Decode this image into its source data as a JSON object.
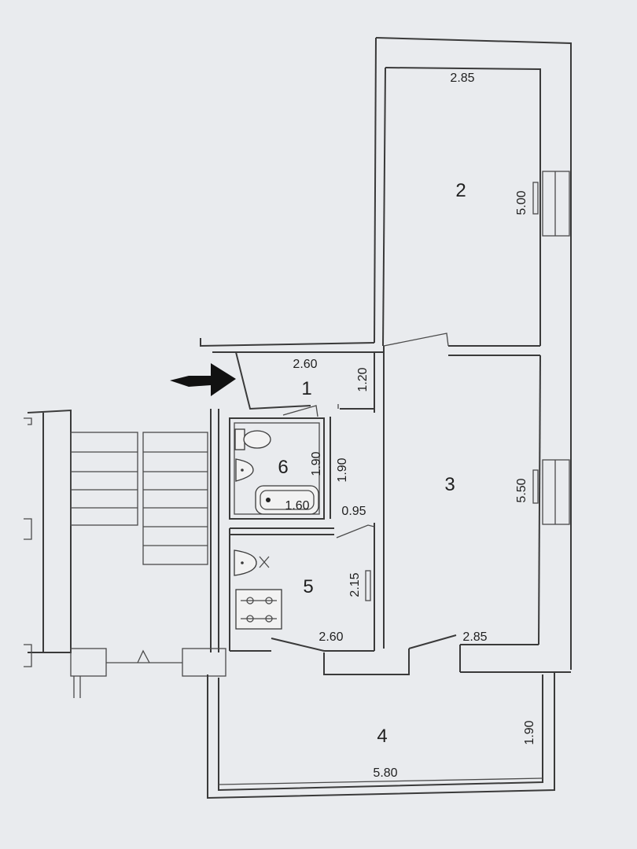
{
  "rooms": [
    {
      "number": "1",
      "width": "2.60",
      "length": "1.20"
    },
    {
      "number": "2",
      "width": "2.85",
      "length": "5.00"
    },
    {
      "number": "3",
      "length": "5.50",
      "width": "2.85"
    },
    {
      "number": "4",
      "width": "5.80",
      "length": "1.90"
    },
    {
      "number": "5",
      "width": "2.60",
      "length": "2.15"
    },
    {
      "number": "6",
      "width": "1.60",
      "length": "1.90"
    }
  ],
  "corridor": {
    "length": "1.90",
    "width": "0.95"
  },
  "colors": {
    "background": "#e9ebee",
    "line": "#3a3a3a",
    "arrow": "#111111"
  }
}
